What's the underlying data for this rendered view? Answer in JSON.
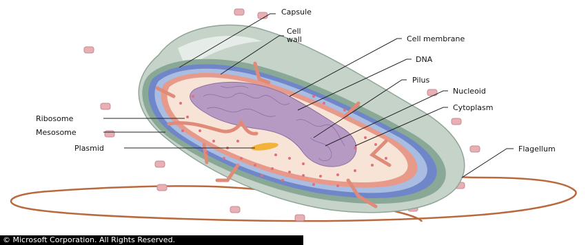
{
  "diagram": {
    "labels": {
      "capsule": "Capsule",
      "cell_wall_line1": "Cell",
      "cell_wall_line2": "wall",
      "cell_membrane": "Cell membrane",
      "dna": "DNA",
      "pilus": "Pilus",
      "nucleoid": "Nucleoid",
      "cytoplasm": "Cytoplasm",
      "flagellum": "Flagellum",
      "ribosome": "Ribosome",
      "mesosome": "Mesosome",
      "plasmid": "Plasmid"
    },
    "copyright": "© Microsoft Corporation. All Rights Reserved.",
    "colors": {
      "capsule": "#c5d3c9",
      "cell_wall_green": "#8aa896",
      "wall_blue_dark": "#6f87c8",
      "wall_blue_light": "#a9bce2",
      "membrane_pink": "#e89a8a",
      "cytoplasm": "#f8e4d6",
      "nucleoid": "#b79ac4",
      "pili": "#e6b0b4",
      "flagellum": "#b86a3e",
      "plasmid": "#f2b33a",
      "ribosome": "#e0707a"
    }
  }
}
